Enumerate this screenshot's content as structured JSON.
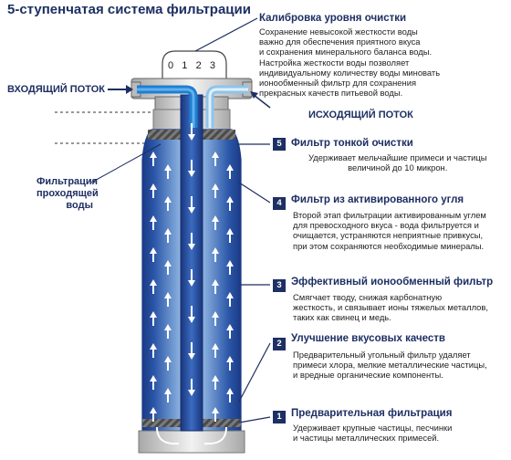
{
  "title": "5-ступенчатая система фильтрации",
  "calibration": {
    "heading": "Калибровка уровня очистки",
    "lines": [
      "Сохранение невысокой жесткости воды",
      "важно для обеспечения приятного вкуса",
      "и сохранения минерального баланса воды.",
      "Настройка жесткости воды позволяет",
      "индивидуальному количеству воды миновать",
      "ионообменный фильтр для сохранения",
      "прекрасных качеств питьевой воды."
    ],
    "dial": [
      "0",
      "1",
      "2",
      "3"
    ]
  },
  "inflow_label": "ВХОДЯЩИЙ ПОТОК",
  "outflow_label": "ИСХОДЯЩИЙ ПОТОК",
  "side_label": [
    "Фильтрация",
    "проходящей",
    "воды"
  ],
  "stages": [
    {
      "number": "5",
      "heading": "Фильтр тонкой очистки",
      "lines": [
        "Удерживает мельчайшие примеси и частицы",
        "величиной до 10 микрон."
      ]
    },
    {
      "number": "4",
      "heading": "Фильтр из активированного угля",
      "lines": [
        "Второй этап фильтрации активированным углем",
        "для превосходного вкуса - вода фильтруется и",
        "очищается, устраняются неприятные привкусы,",
        "при этом сохраняются необходимые минералы."
      ]
    },
    {
      "number": "3",
      "heading": "Эффективный ионообменный фильтр",
      "lines": [
        "Смягчает тводу, снижая карбонатную",
        "жесткость, и связывает ионы тяжелых металлов,",
        "таких как свинец и медь."
      ]
    },
    {
      "number": "2",
      "heading": "Улучшение вкусовых качеств",
      "lines": [
        "Предварительный угольный фильтр удаляет",
        "примеси хлора, мелкие металлические частицы,",
        "и вредные органические компоненты."
      ]
    },
    {
      "number": "1",
      "heading": "Предварительная фильтрация",
      "lines": [
        "Удерживает крупные частицы, песчинки",
        "и частицы металлических примесей."
      ]
    }
  ],
  "colors": {
    "brand": "#1d2f63",
    "cylinder_dark": "#1e3f8e",
    "cylinder_light": "#c9dcf3",
    "inflow_arrow": "#1f7fd0",
    "outflow_arrow": "#8fc4ea",
    "cap": "#d9d9d9"
  }
}
